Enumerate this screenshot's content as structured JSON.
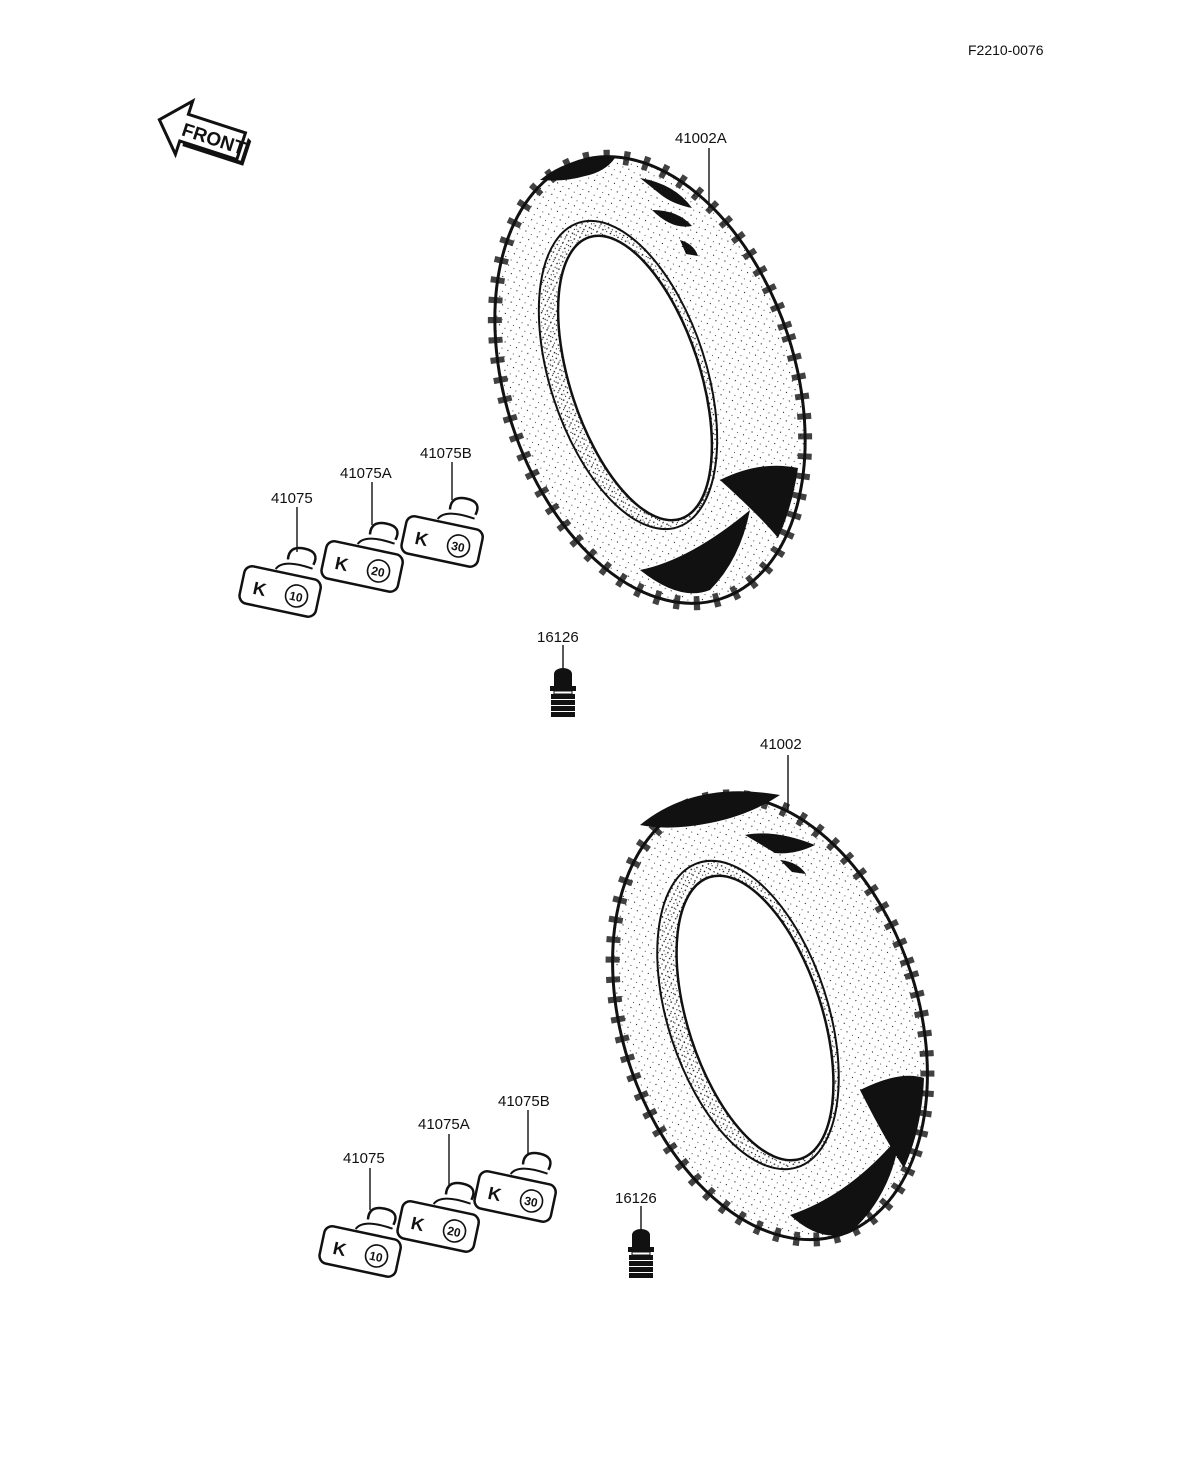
{
  "figure_code": "F2210-0076",
  "direction_label": "FRONT",
  "upper_assembly": {
    "tire_part": "41002A",
    "valve_part": "16126",
    "weight_parts": [
      "41075",
      "41075A",
      "41075B"
    ],
    "weight_marks": [
      {
        "letter": "K",
        "number": "10"
      },
      {
        "letter": "K",
        "number": "20"
      },
      {
        "letter": "K",
        "number": "30"
      }
    ]
  },
  "lower_assembly": {
    "tire_part": "41002",
    "valve_part": "16126",
    "weight_parts": [
      "41075",
      "41075A",
      "41075B"
    ],
    "weight_marks": [
      {
        "letter": "K",
        "number": "10"
      },
      {
        "letter": "K",
        "number": "20"
      },
      {
        "letter": "K",
        "number": "30"
      }
    ]
  },
  "colors": {
    "ink": "#111111",
    "paper": "#ffffff"
  }
}
